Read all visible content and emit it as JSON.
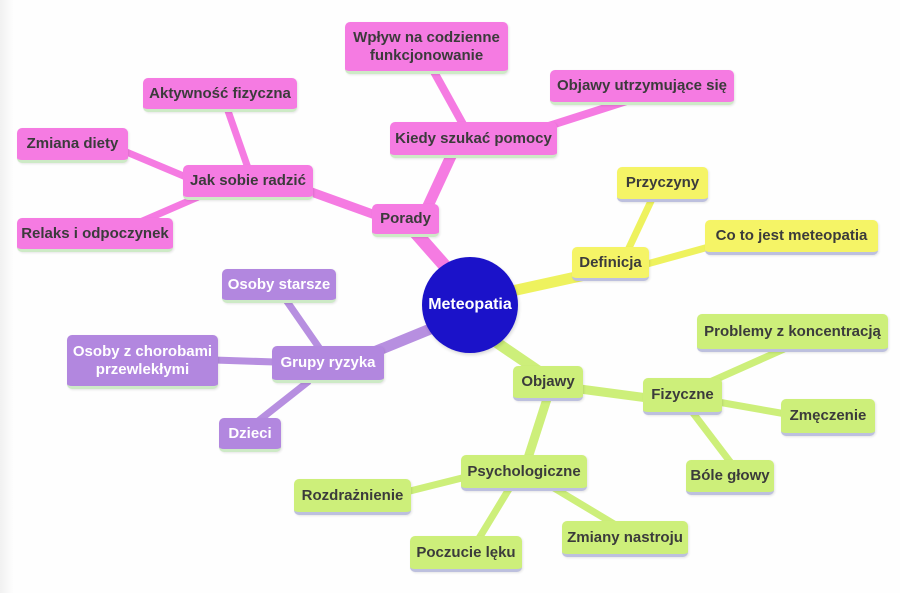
{
  "title": "Meteopatia",
  "colors": {
    "background": "#fefefe",
    "pink": "#f57be2",
    "purple": "#b287df",
    "purple_line": "#b78fe0",
    "yellow": "#f5f466",
    "yellow_line": "#eef25e",
    "green": "#cdef7a",
    "blue": "#1b12c9",
    "text_dark": "#3b3b3b",
    "text_light": "#ffffff",
    "shadow_green": "#cdeac6",
    "shadow_lavender": "#bdc0de"
  },
  "nodes": {
    "meteopatia": "Meteopatia",
    "porady": "Porady",
    "jak_sobie_radzic": "Jak sobie radzić",
    "aktywnosc_fizyczna": "Aktywność fizyczna",
    "zmiana_diety": "Zmiana diety",
    "relaks_i_odpoczynek": "Relaks i odpoczynek",
    "kiedy_szukac_pomocy": "Kiedy szukać pomocy",
    "wplyw_na_codzienne_funkcjonowanie": "Wpływ na codzienne funkcjonowanie",
    "objawy_utrzymujace_sie": "Objawy utrzymujące się",
    "definicja": "Definicja",
    "przyczyny": "Przyczyny",
    "co_to_jest_meteopatia": "Co to jest meteopatia",
    "objawy": "Objawy",
    "fizyczne": "Fizyczne",
    "problemy_z_koncentracja": "Problemy z koncentracją",
    "zmeczenie": "Zmęczenie",
    "bole_glowy": "Bóle głowy",
    "psychologiczne": "Psychologiczne",
    "rozdraznienie": "Rozdrażnienie",
    "poczucie_leku": "Poczucie lęku",
    "zmiany_nastroju": "Zmiany nastroju",
    "grupy_ryzyka": "Grupy ryzyka",
    "osoby_starsze": "Osoby starsze",
    "osoby_z_chorobami_przewleklymi": "Osoby z chorobami przewlekłymi",
    "dzieci": "Dzieci"
  },
  "hierarchy": {
    "root": "meteopatia",
    "branches": [
      {
        "id": "porady",
        "color": "pink",
        "children": [
          {
            "id": "jak_sobie_radzic",
            "children": [
              "aktywnosc_fizyczna",
              "zmiana_diety",
              "relaks_i_odpoczynek"
            ]
          },
          {
            "id": "kiedy_szukac_pomocy",
            "children": [
              "wplyw_na_codzienne_funkcjonowanie",
              "objawy_utrzymujace_sie"
            ]
          }
        ]
      },
      {
        "id": "definicja",
        "color": "yellow",
        "children": [
          "przyczyny",
          "co_to_jest_meteopatia"
        ]
      },
      {
        "id": "objawy",
        "color": "green",
        "children": [
          {
            "id": "fizyczne",
            "children": [
              "problemy_z_koncentracja",
              "zmeczenie",
              "bole_glowy"
            ]
          },
          {
            "id": "psychologiczne",
            "children": [
              "rozdraznienie",
              "poczucie_leku",
              "zmiany_nastroju"
            ]
          }
        ]
      },
      {
        "id": "grupy_ryzyka",
        "color": "purple",
        "children": [
          "osoby_starsze",
          "osoby_z_chorobami_przewleklymi",
          "dzieci"
        ]
      }
    ]
  }
}
